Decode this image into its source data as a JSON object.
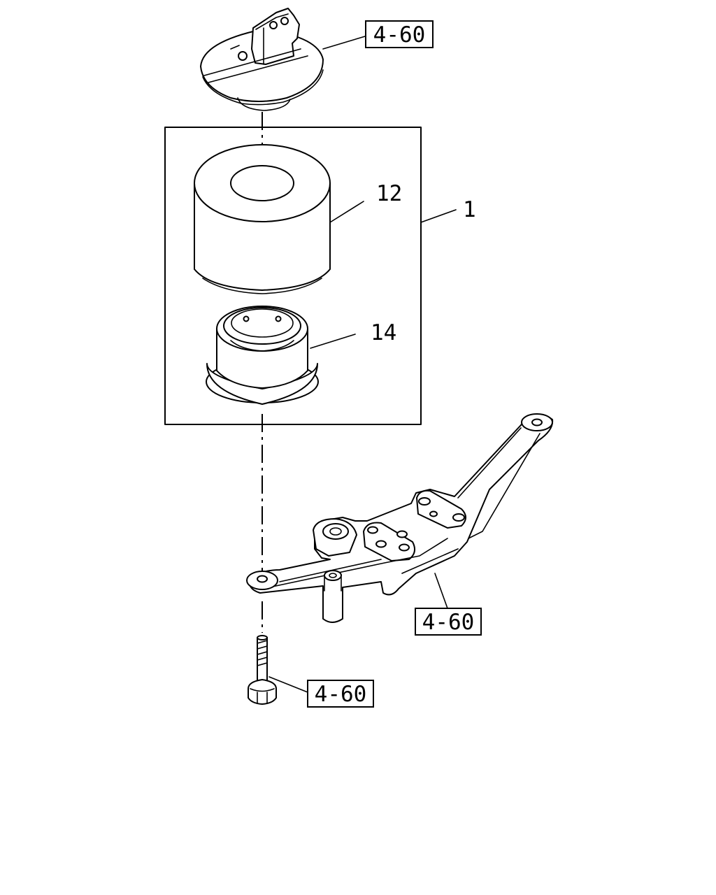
{
  "diagram": {
    "callouts": {
      "ref_top": "4-60",
      "assembly": "1",
      "insulator": "12",
      "lower_seat": "14",
      "ref_arm": "4-60",
      "ref_bolt": "4-60"
    }
  }
}
